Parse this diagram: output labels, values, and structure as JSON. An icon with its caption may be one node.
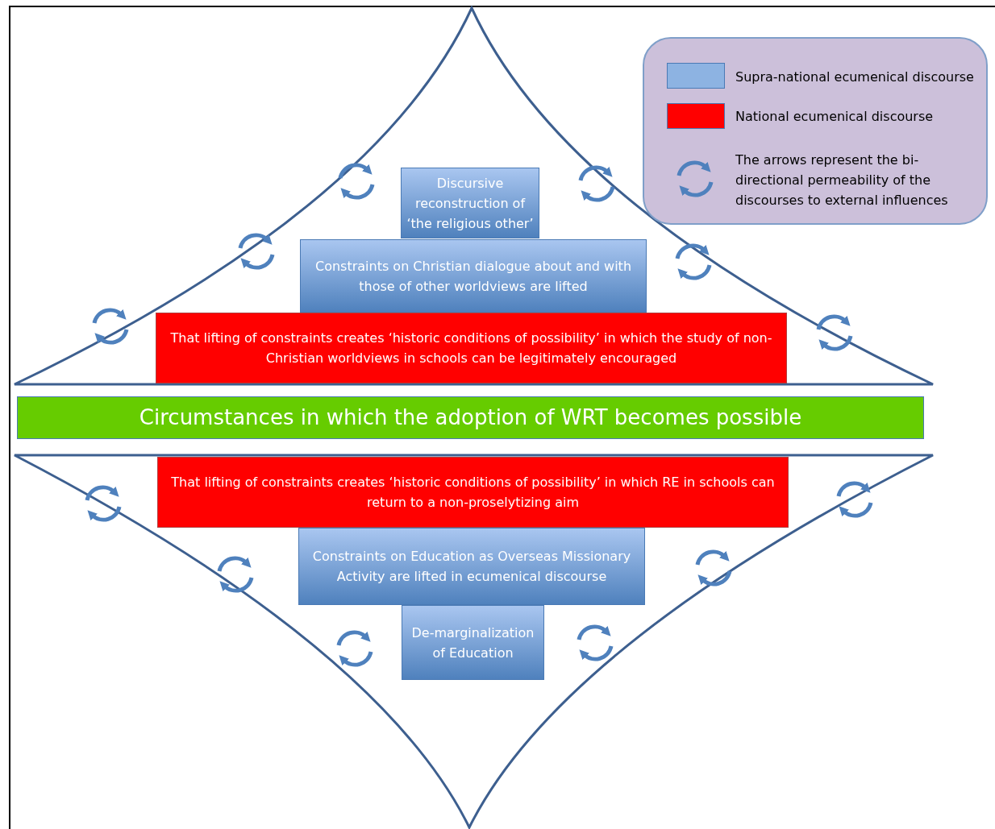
{
  "diagram": {
    "nodes": [
      {
        "text": [
          "Discursive reconstruction of ‘the religious other’"
        ]
      },
      {
        "text": [
          "Constraints on Christian dialogue about and with those of other worldviews are lifted"
        ]
      },
      {
        "text": [
          "That lifting of constraints creates ‘historic conditions of possibility’ in which the study of non-Christian worldviews in schools can be legitimately encouraged"
        ]
      },
      {
        "text": [
          "Circumstances in which the adoption of WRT becomes possible"
        ]
      },
      {
        "text": [
          "That lifting of constraints creates ‘historic conditions of possibility’ in which RE in schools can return to a non-proselytizing aim"
        ]
      },
      {
        "text": [
          "Constraints on Education as Overseas Missionary Activity are lifted in ecumenical discourse"
        ]
      },
      {
        "text": [
          "De-marginalization of Education"
        ]
      }
    ],
    "edges": [],
    "legend": [
      {
        "text": "Supra-national ecumenical discourse",
        "color": "#8db3e2"
      },
      {
        "text": "National ecumenical discourse",
        "color": "#ff0000"
      },
      {
        "text": "The arrows represent the bi-directional permeability of the discourses to external influences"
      }
    ]
  }
}
